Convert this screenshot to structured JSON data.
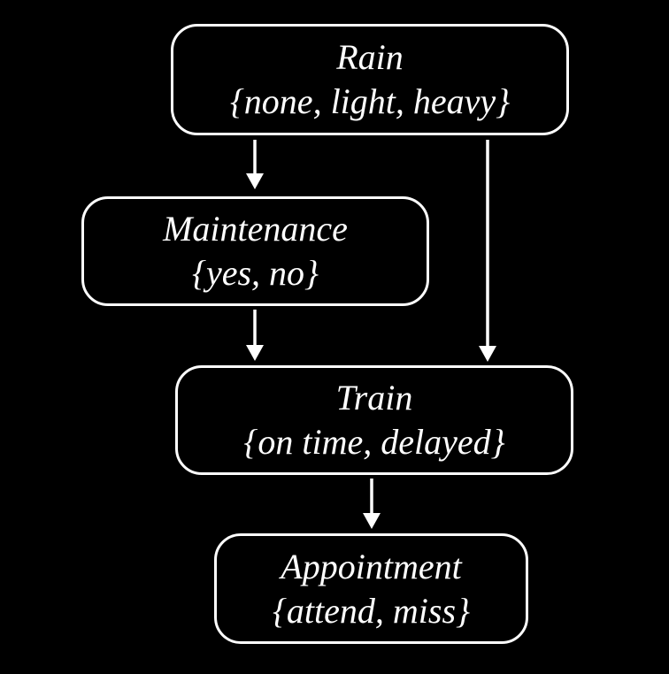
{
  "diagram": {
    "type": "bayesian-network",
    "background_color": "#000000",
    "node_border_color": "#ffffff",
    "node_fill_color": "#000000",
    "text_color": "#ffffff",
    "arrow_color": "#ffffff",
    "nodes": [
      {
        "id": "rain",
        "label": "Rain",
        "states": "{none, light, heavy}"
      },
      {
        "id": "maintenance",
        "label": "Maintenance",
        "states": "{yes, no}"
      },
      {
        "id": "train",
        "label": "Train",
        "states": "{on time, delayed}"
      },
      {
        "id": "appointment",
        "label": "Appointment",
        "states": "{attend, miss}"
      }
    ],
    "edges": [
      {
        "from": "rain",
        "to": "maintenance"
      },
      {
        "from": "rain",
        "to": "train"
      },
      {
        "from": "maintenance",
        "to": "train"
      },
      {
        "from": "train",
        "to": "appointment"
      }
    ]
  }
}
